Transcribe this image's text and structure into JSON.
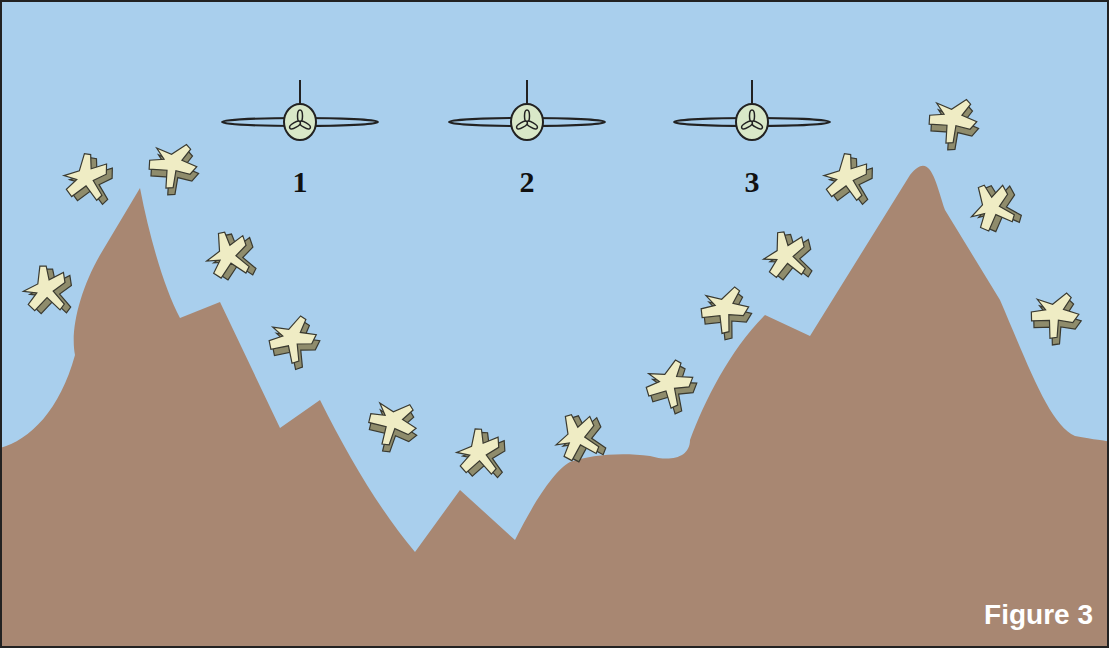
{
  "diagram": {
    "caption": "Figure 3",
    "labels": [
      "1",
      "2",
      "3"
    ]
  }
}
